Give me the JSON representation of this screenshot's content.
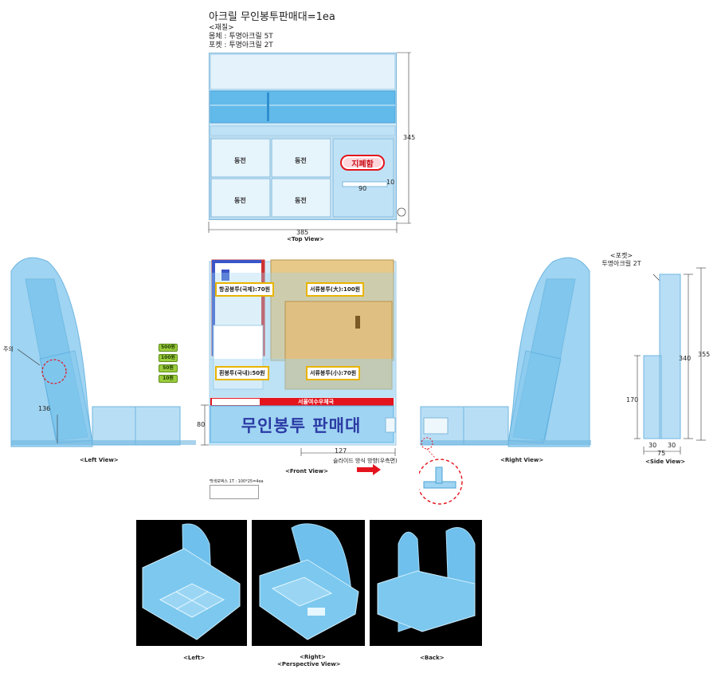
{
  "title": "아크릴 무인봉투판매대=1ea",
  "material": {
    "heading": "<재질>",
    "body": "몸체 : 투명아크릴 5T",
    "pocket": "포켓 : 투명아크릴 2T"
  },
  "top_view": {
    "coin_label": "동전",
    "sticker": "지폐함",
    "dim_width": "385",
    "dim_height": "345",
    "dim_slot": "90",
    "dim_slot_h": "10",
    "caption": "<Top View>"
  },
  "front_view": {
    "pockets": [
      "항공봉투(국제):70원",
      "서류봉투(大):100원",
      "흰봉투(국내):50원",
      "서류봉투(小):70원"
    ],
    "banner": "무인봉투 판매대",
    "red_strip": "서울여수우체국",
    "dim_height": "80",
    "dim_width": "127",
    "slide_note": "슬라이드 방식 방향(우측면)",
    "caption": "<Front View>",
    "small_box_label": "백색보덱스 1T : 100*25=4ea"
  },
  "left_view": {
    "note": "주의",
    "dim": "136",
    "caption": "<Left View>"
  },
  "right_view": {
    "caption": "<Right View>"
  },
  "chips": [
    "500원",
    "100원",
    "50원",
    "10원"
  ],
  "side_view": {
    "pocket_heading": "<포켓>",
    "pocket_material": "투명아크릴 2T",
    "dim_total": "355",
    "dim_pocket": "340",
    "dim_base": "170",
    "dim_a": "30",
    "dim_b": "30",
    "dim_width": "75",
    "caption": "<Side View>"
  },
  "perspective": {
    "left": "<Left>",
    "right": "<Right>",
    "view": "<Perspective View>",
    "back": "<Back>"
  },
  "colors": {
    "acrylic": "#9fd4f2",
    "acrylic_dark": "#5cb6ea",
    "acrylic_light": "#cfe9f8",
    "banner_text": "#2b3aa5",
    "red": "#e4141d",
    "kraft": "#e7c98a",
    "yellow": "#e8b400"
  }
}
